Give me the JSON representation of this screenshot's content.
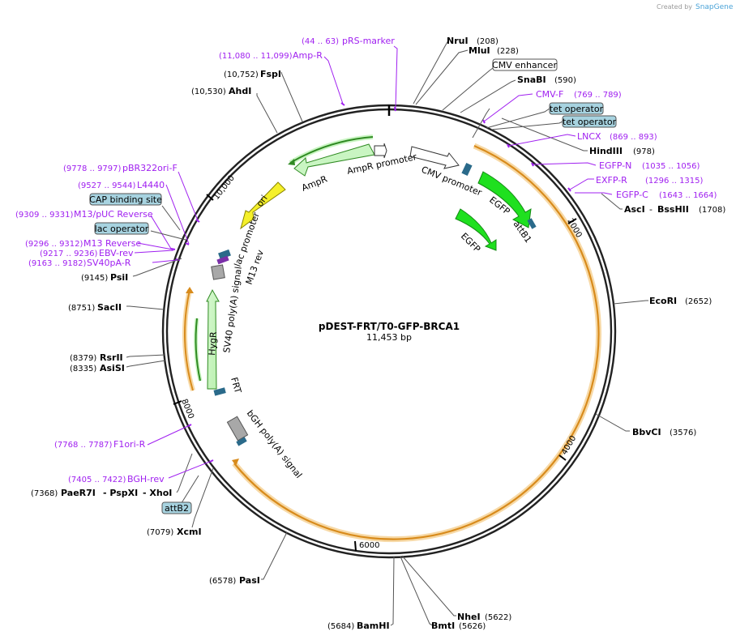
{
  "credit": {
    "text": "Created by",
    "brand": "SnapGene"
  },
  "plasmid": {
    "name": "pDEST-FRT/T0-GFP-BRCA1",
    "length_label": "11,453 bp",
    "length": 11453
  },
  "ticks": [
    {
      "pos": 2000,
      "label": "2000"
    },
    {
      "pos": 4000,
      "label": "4000"
    },
    {
      "pos": 6000,
      "label": "6000"
    },
    {
      "pos": 8000,
      "label": "8000"
    },
    {
      "pos": 10000,
      "label": "10,000"
    }
  ],
  "sites": [
    {
      "name": "NruI",
      "pos": "(208)"
    },
    {
      "name": "MluI",
      "pos": "(228)"
    },
    {
      "name": "SnaBI",
      "pos": "(590)"
    },
    {
      "name": "HindIII",
      "pos": "(978)"
    },
    {
      "name": "AscI",
      "sep": "-",
      "name2": "BssHII",
      "pos": "(1708)"
    },
    {
      "name": "EcoRI",
      "pos": "(2652)"
    },
    {
      "name": "BbvCI",
      "pos": "(3576)"
    },
    {
      "name": "NheI",
      "pos": "(5622)"
    },
    {
      "name": "BmtI",
      "pos": "(5626)"
    },
    {
      "name": "BamHI",
      "pos": "(5684)"
    },
    {
      "name": "PasI",
      "pos": "(6578)"
    },
    {
      "name": "XcmI",
      "pos": "(7079)"
    },
    {
      "name": "PaeR7I",
      "sep": "- PspXI",
      "name2": "- XhoI",
      "pos": "(7368)"
    },
    {
      "name": "AsiSI",
      "pos": "(8335)"
    },
    {
      "name": "RsrII",
      "pos": "(8379)"
    },
    {
      "name": "SacII",
      "pos": "(8751)"
    },
    {
      "name": "PsiI",
      "pos": "(9145)"
    },
    {
      "name": "AhdI",
      "pos": "(10,530)"
    },
    {
      "name": "FspI",
      "pos": "(10,752)"
    }
  ],
  "primers": [
    {
      "name": "pRS-marker",
      "pos": "(44 .. 63)"
    },
    {
      "name": "Amp-R",
      "pos": "(11,080 .. 11,099)"
    },
    {
      "name": "CMV-F",
      "pos": "(769 .. 789)"
    },
    {
      "name": "LNCX",
      "pos": "(869 .. 893)"
    },
    {
      "name": "EGFP-N",
      "pos": "(1035 .. 1056)"
    },
    {
      "name": "EXFP-R",
      "pos": "(1296 .. 1315)"
    },
    {
      "name": "EGFP-C",
      "pos": "(1643 .. 1664)"
    },
    {
      "name": "pBR322ori-F",
      "pos": "(9778 .. 9797)"
    },
    {
      "name": "L4440",
      "pos": "(9527 .. 9544)"
    },
    {
      "name": "M13/pUC Reverse",
      "pos": "(9309 .. 9331)"
    },
    {
      "name": "M13 Reverse",
      "pos": "(9296 .. 9312)"
    },
    {
      "name": "EBV-rev",
      "pos": "(9217 .. 9236)"
    },
    {
      "name": "SV40pA-R",
      "pos": "(9163 .. 9182)"
    },
    {
      "name": "F1ori-R",
      "pos": "(7768 .. 7787)"
    },
    {
      "name": "BGH-rev",
      "pos": "(7405 .. 7422)"
    }
  ],
  "boxed_features": [
    {
      "name": "CMV enhancer",
      "style": "white"
    },
    {
      "name": "tet operator",
      "style": "blue"
    },
    {
      "name": "tet operator",
      "style": "blue"
    },
    {
      "name": "CAP binding site",
      "style": "blue"
    },
    {
      "name": "lac operator",
      "style": "blue"
    },
    {
      "name": "attB2",
      "style": "blue"
    }
  ],
  "features": [
    {
      "name": "AmpR promoter"
    },
    {
      "name": "AmpR"
    },
    {
      "name": "ori"
    },
    {
      "name": "CMV promoter"
    },
    {
      "name": "EGFP"
    },
    {
      "name": "attB1"
    },
    {
      "name": "EGFP"
    },
    {
      "name": "lac promoter"
    },
    {
      "name": "M13 rev"
    },
    {
      "name": "SV40 poly(A) signal"
    },
    {
      "name": "HygR"
    },
    {
      "name": "FRT"
    },
    {
      "name": "bGH poly(A) signal"
    }
  ],
  "colors": {
    "backbone": "#222222",
    "primer": "#a020f0",
    "orf": "#e8a33c",
    "egfp": "#1fe01f",
    "ampr": "#c9f5c2",
    "ori": "#f5f02a",
    "box_blue": "#a7d3e0"
  }
}
